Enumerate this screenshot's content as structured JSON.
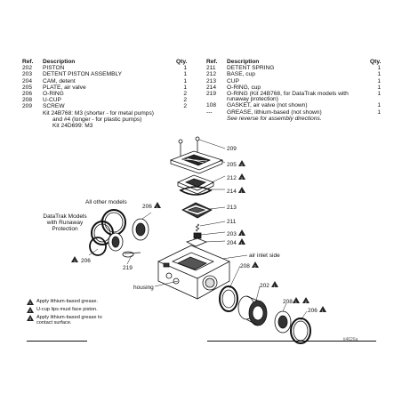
{
  "table_headers": {
    "ref": "Ref.",
    "description": "Description",
    "qty": "Qty."
  },
  "parts_left": [
    {
      "ref": "202",
      "desc": "PISTON",
      "qty": "1"
    },
    {
      "ref": "203",
      "desc": "DETENT PISTON ASSEMBLY",
      "qty": "1"
    },
    {
      "ref": "204",
      "desc": "CAM, detent",
      "qty": "1"
    },
    {
      "ref": "205",
      "desc": "PLATE, air valve",
      "qty": "1"
    },
    {
      "ref": "206",
      "desc": "O-RING",
      "qty": "2"
    },
    {
      "ref": "208",
      "desc": "U-CUP",
      "qty": "2"
    },
    {
      "ref": "209",
      "desc": "SCREW",
      "qty": "2"
    }
  ],
  "screw_kit_lines": [
    "Kit 24B768: M3 (shorter - for metal pumps)",
    "and #4 (longer - for plastic pumps)",
    "Kit 24D699: M3"
  ],
  "parts_right": [
    {
      "ref": "211",
      "desc": "DETENT SPRING",
      "qty": "1"
    },
    {
      "ref": "212",
      "desc": "BASE, cup",
      "qty": "1"
    },
    {
      "ref": "213",
      "desc": "CUP",
      "qty": "1"
    },
    {
      "ref": "214",
      "desc": "O-RING, cup",
      "qty": "1"
    },
    {
      "ref": "219",
      "desc": "O-RING (Kit 24B768, for DataTrak models with",
      "qty": "1"
    }
  ],
  "oring_cont": "runaway protection)",
  "parts_right_2": [
    {
      "ref": "108",
      "desc": "GASKET, air valve (not shown)",
      "qty": "1"
    },
    {
      "ref": "---",
      "desc": "GREASE, lithium-based (not shown)",
      "qty": "1"
    }
  ],
  "reverse_note": "See reverse for assembly directions.",
  "callouts": {
    "c209": "209",
    "c205": "205",
    "c212": "212",
    "c214": "214",
    "c213": "213",
    "c211": "211",
    "c203": "203",
    "c204": "204",
    "c206a": "206",
    "c206b": "206",
    "c219": "219",
    "c208a": "208",
    "c202": "202",
    "c208b": "208",
    "c206c": "206",
    "air_inlet": "air inlet side",
    "housing": "housing",
    "all_other": "All other models",
    "datatrak": [
      "DataTrak Models",
      "with Runaway",
      "Protection"
    ]
  },
  "legend": [
    {
      "num": "1",
      "text": [
        "Apply lithium-based grease."
      ]
    },
    {
      "num": "2",
      "text": [
        "U-cup lips must face piston."
      ]
    },
    {
      "num": "3",
      "text": [
        "Apply lithium-based grease to",
        "contact surface."
      ]
    }
  ],
  "drawing_code": "ti4626a"
}
